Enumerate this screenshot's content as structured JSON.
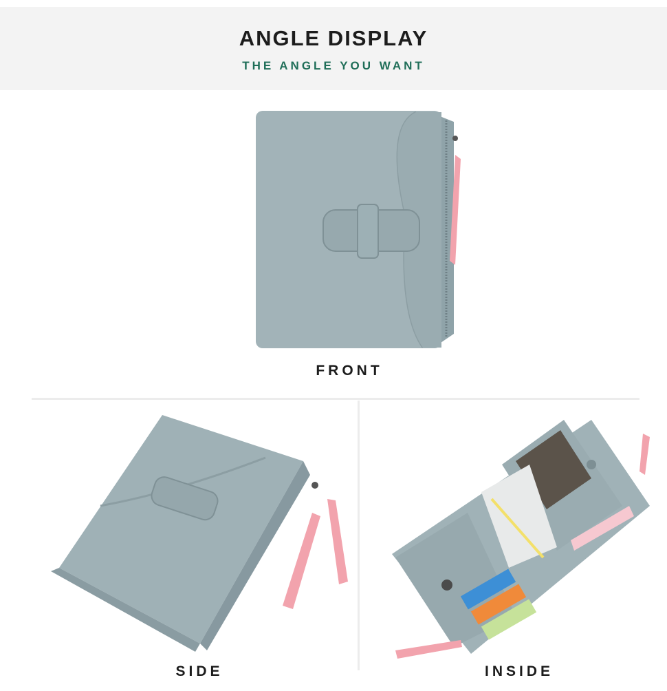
{
  "header": {
    "title": "ANGLE DISPLAY",
    "subtitle": "THE ANGLE YOU WANT"
  },
  "views": {
    "front": {
      "caption": "FRONT"
    },
    "side": {
      "caption": "SIDE"
    },
    "inside": {
      "caption": "INSIDE"
    }
  },
  "colors": {
    "wallet": "#9eb0b5",
    "wallet_shadow": "#8a9ca2",
    "zipper_pull": "#f2a3ad",
    "subtitle": "#1f6e58",
    "header_bg": "#f3f3f3"
  }
}
